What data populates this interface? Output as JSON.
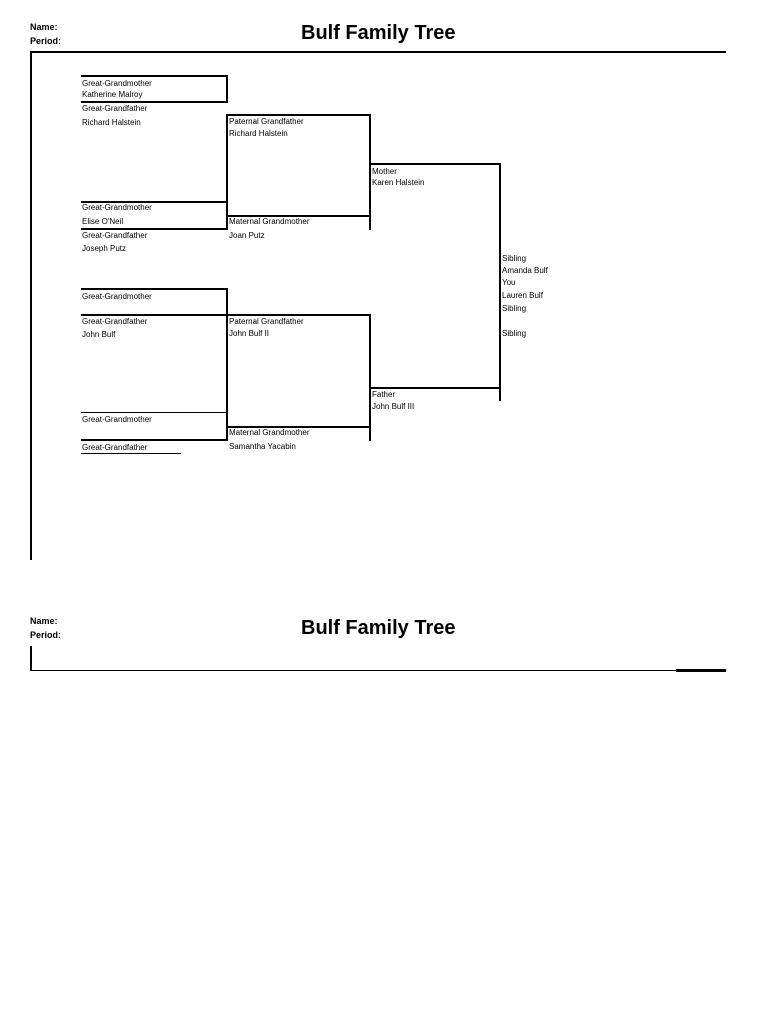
{
  "header": {
    "name_label": "Name:",
    "period_label": "Period:",
    "title": "Bulf Family Tree"
  },
  "header2": {
    "name_label": "Name:",
    "period_label": "Period:",
    "title": "Bulf Family Tree"
  },
  "tree": {
    "gg1_role": "Great-Grandmother",
    "gg1_name": "Katherine Malroy",
    "gg2_role": "Great-Grandfather",
    "gg2_name": "Richard Halstein",
    "gg3_role": "Great-Grandmother",
    "gg3_name": "Elise O'Neil",
    "gg4_role": "Great-Grandfather",
    "gg4_name": "Joseph Putz",
    "gg5_role": "Great-Grandmother",
    "gg6_role": "Great-Grandfather",
    "gg6_name": "John Bulf",
    "gg7_role": "Great-Grandmother",
    "gg8_role": "Great-Grandfather",
    "gp1_role": "Paternal Grandfather",
    "gp1_name": "Richard Halstein",
    "gp2_role": "Maternal Grandmother",
    "gp2_name": "Joan Putz",
    "gp3_role": "Paternal Grandfather",
    "gp3_name": "John Bulf II",
    "gp4_role": "Maternal Grandmother",
    "gp4_name": "Samantha Yacabin",
    "mother_role": "Mother",
    "mother_name": "Karen Halstein",
    "father_role": "Father",
    "father_name": "John Bulf III",
    "sib1_role": "Sibling",
    "sib1_name": "Amanda Bulf",
    "you_role": "You",
    "you_name": "Lauren Bulf",
    "sib2_role": "Sibling",
    "sib3_role": "Sibling"
  }
}
